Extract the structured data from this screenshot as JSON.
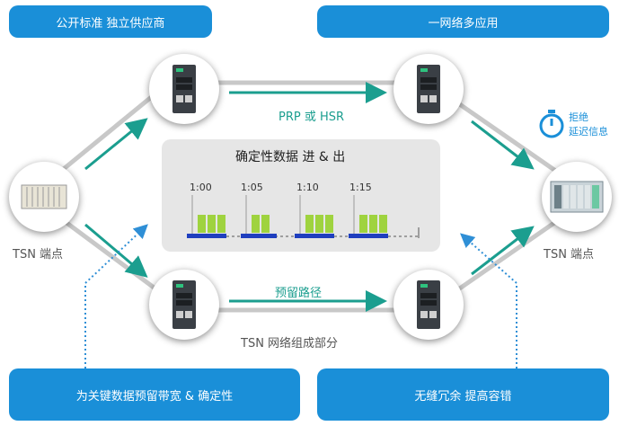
{
  "banners": {
    "top_left": "公开标准 独立供应商",
    "top_right": "一网络多应用",
    "bottom_left": "为关键数据预留带宽 & 确定性",
    "bottom_right": "无缝冗余 提高容错"
  },
  "labels": {
    "prp_hsr": "PRP 或 HSR",
    "reserved_path": "预留路径",
    "tsn_part": "TSN 网络组成部分",
    "endpoint_left": "TSN 端点",
    "endpoint_right": "TSN 端点",
    "reject_line1": "拒绝",
    "reject_line2": "延迟信息"
  },
  "panel": {
    "title": "确定性数据 进 & 出",
    "times": [
      "1:00",
      "1:05",
      "1:10",
      "1:15"
    ]
  },
  "colors": {
    "banner": "#1a8fd8",
    "teal": "#1b9e8f",
    "dotted": "#2f8fd6",
    "green": "#9fd33f",
    "blue_bar": "#1f3fbf"
  }
}
